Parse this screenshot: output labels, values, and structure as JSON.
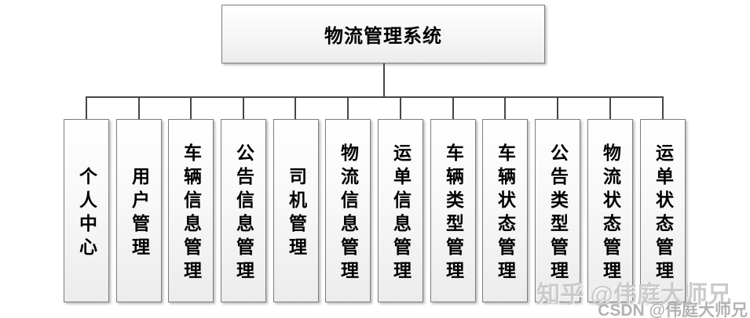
{
  "diagram": {
    "title": "物流管理系统",
    "root": {
      "label": "物流管理系统"
    },
    "children": [
      {
        "label": "个人中心"
      },
      {
        "label": "用户管理"
      },
      {
        "label": "车辆信息管理"
      },
      {
        "label": "公告信息管理"
      },
      {
        "label": "司机管理"
      },
      {
        "label": "物流信息管理"
      },
      {
        "label": "运单信息管理"
      },
      {
        "label": "车辆类型管理"
      },
      {
        "label": "车辆状态管理"
      },
      {
        "label": "公告类型管理"
      },
      {
        "label": "物流状态管理"
      },
      {
        "label": "运单状态管理"
      }
    ]
  },
  "watermarks": {
    "line1": "知乎 @伟庭大师兄",
    "line2": "CSDN @伟庭大师兄"
  },
  "colors": {
    "connector": "#474747",
    "node_border": "#7d7d7d",
    "node_fill_top": "#ffffff",
    "node_fill_bottom": "#ececec",
    "text": "#000000",
    "watermark1": "#cbcbcb",
    "watermark2": "#b2b2b2",
    "background": "#ffffff"
  }
}
